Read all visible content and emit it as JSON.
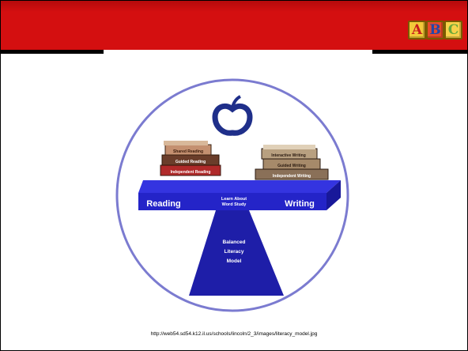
{
  "header": {
    "logo_letters": [
      "A",
      "B",
      "C"
    ],
    "colors": {
      "band": "#d40f10"
    }
  },
  "diagram": {
    "apple_icon": "apple-icon",
    "books_left": [
      "Shared Reading",
      "Guided Reading",
      "Independent Reading"
    ],
    "books_right": [
      "Interactive Writing",
      "Guided Writing",
      "Independent Writing"
    ],
    "beam_left": "Reading",
    "beam_center": [
      "Learn About",
      "Word Study"
    ],
    "beam_right": "Writing",
    "base_label": [
      "Balanced",
      "Literacy",
      "Model"
    ],
    "colors": {
      "circle": "#7b7bd0",
      "beam": "#2424c8",
      "base": "#1e1ea8",
      "apple": "#1f2f8a",
      "book_red": "#a83a2a",
      "book_tan": "#c8a070",
      "book_dark": "#5a3a2a"
    }
  },
  "source_url": "http://web54.sd54.k12.il.us/schools/lincoln/2_3/images/literacy_model.jpg"
}
